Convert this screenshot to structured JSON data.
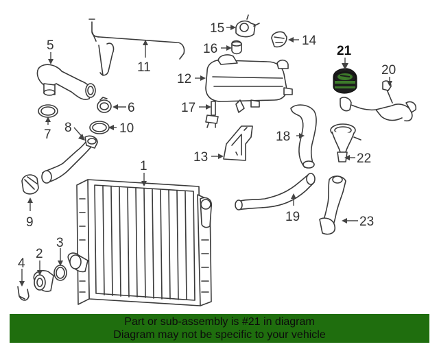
{
  "callouts": [
    {
      "id": "1",
      "label": "1"
    },
    {
      "id": "2",
      "label": "2"
    },
    {
      "id": "3",
      "label": "3"
    },
    {
      "id": "4",
      "label": "4"
    },
    {
      "id": "5",
      "label": "5"
    },
    {
      "id": "6",
      "label": "6"
    },
    {
      "id": "7",
      "label": "7"
    },
    {
      "id": "8",
      "label": "8"
    },
    {
      "id": "9",
      "label": "9"
    },
    {
      "id": "10",
      "label": "10"
    },
    {
      "id": "11",
      "label": "11"
    },
    {
      "id": "12",
      "label": "12"
    },
    {
      "id": "13",
      "label": "13"
    },
    {
      "id": "14",
      "label": "14"
    },
    {
      "id": "15",
      "label": "15"
    },
    {
      "id": "16",
      "label": "16"
    },
    {
      "id": "17",
      "label": "17"
    },
    {
      "id": "18",
      "label": "18"
    },
    {
      "id": "19",
      "label": "19"
    },
    {
      "id": "20",
      "label": "20"
    },
    {
      "id": "21",
      "label": "21"
    },
    {
      "id": "22",
      "label": "22"
    },
    {
      "id": "23",
      "label": "23"
    }
  ],
  "highlighted_callout": "21",
  "banner": {
    "line1": "Part or sub-assembly is #21 in diagram",
    "line2": "Diagram may not be specific to your vehicle"
  },
  "colors": {
    "banner_bg": "#1f6e0e",
    "highlight_part": "#3d7a2a"
  }
}
